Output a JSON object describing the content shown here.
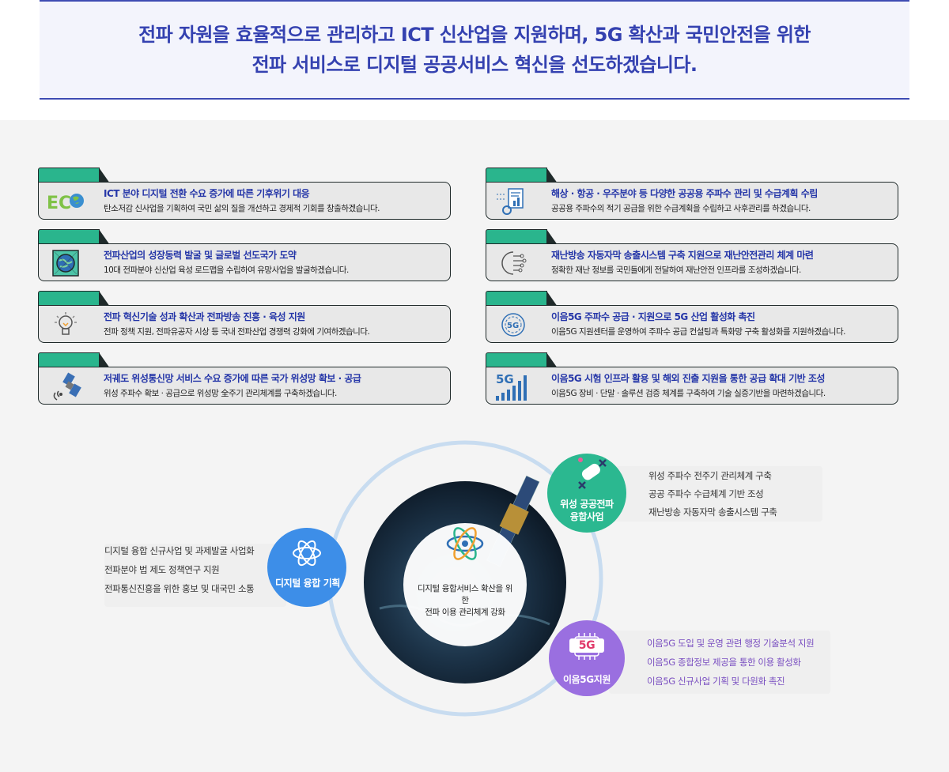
{
  "header": {
    "line1": "전파 자원을 효율적으로 관리하고 ICT 신산업을 지원하며, 5G 확산과 국민안전을 위한",
    "line2": "전파 서비스로 디지털 공공서비스 혁신을 선도하겠습니다."
  },
  "cards": [
    {
      "icon": "eco-globe-icon",
      "title": "ICT 분야 디지털 전환 수요 증가에 따른 기후위기 대응",
      "desc": "탄소저감 신사업을 기획하여 국민 삶의 질을 개선하고 경제적 기회를 창출하겠습니다."
    },
    {
      "icon": "globe-network-icon",
      "title": "전파산업의 성장동력 발굴 및 글로벌 선도국가 도약",
      "desc": "10대 전파분야 신산업 육성 로드맵을 수립하여 유망사업을 발굴하겠습니다."
    },
    {
      "icon": "lightbulb-icon",
      "title": "전파 혁신기술 성과 확산과 전파방송 진흥 · 육성 지원",
      "desc": "전파 정책 지원, 전파유공자 시상 등 국내 전파산업 경쟁력 강화에 기여하겠습니다."
    },
    {
      "icon": "satellite-icon",
      "title": "저궤도 위성통신망 서비스 수요 증가에 따른 국가 위성망 확보 · 공급",
      "desc": "위성 주파수 확보 · 공급으로 위성망 全주기 관리체계를 구축하겠습니다."
    },
    {
      "icon": "report-chart-icon",
      "title": "해상 · 항공 · 우주분야 등 다양한 공공용 주파수 관리 및 수급계획 수립",
      "desc": "공공용 주파수의 적기 공급을 위한 수급계획을 수립하고 사후관리를 하겠습니다."
    },
    {
      "icon": "circuit-head-icon",
      "title": "재난방송 자동자막 송출시스템 구축 지원으로 재난안전관리 체계 마련",
      "desc": "정확한 재난 정보를 국민들에게 전달하여 재난안전 인프라를 조성하겠습니다."
    },
    {
      "icon": "5g-circle-icon",
      "title": "이음5G 주파수 공급 · 지원으로 5G 산업 활성화 촉진",
      "desc": "이음5G 지원센터를 운영하여 주파수 공급 컨설팅과 특화망 구축 활성화를 지원하겠습니다."
    },
    {
      "icon": "5g-signal-icon",
      "title": "이음5G 시험 인프라 활용 및 해외 진출 지원을 통한 공급 확대 기반 조성",
      "desc": "이음5G 장비 · 단말 · 솔루션 검증 체계를 구축하여 기술 실증기반을 마련하겠습니다."
    }
  ],
  "diagram": {
    "center_line1": "디지털 융합서비스 확산을 위한",
    "center_line2": "전파 이용 관리체계 강화",
    "left_label": "디지털 융합 기획",
    "left_items": [
      "디지털 융합 신규사업 및 과제발굴 사업화",
      "전파분야 법 제도 정책연구 지원",
      "전파통신진흥을 위한 홍보 및 대국민 소통"
    ],
    "top_label_line1": "위성 공공전파",
    "top_label_line2": "융합사업",
    "top_items": [
      "위성 주파수 전주기 관리체계 구축",
      "공공 주파수 수급체계 기반 조성",
      "재난방송 자동자막 송출시스템 구축"
    ],
    "bottom_badge": "5G",
    "bottom_label": "이음5G지원",
    "bottom_items": [
      "이음5G 도입 및 운영 관련 행정 기술분석 지원",
      "이음5G 종합정보 제공을 통한 이용 활성화",
      "이음5G 신규사업 기획 및 다원화 촉진"
    ]
  },
  "colors": {
    "accent_blue": "#3441b0",
    "tab_green": "#2ab58d",
    "teal_circle": "#2bb890",
    "blue_circle": "#3d8ee8",
    "purple_circle": "#9a6fe0"
  }
}
